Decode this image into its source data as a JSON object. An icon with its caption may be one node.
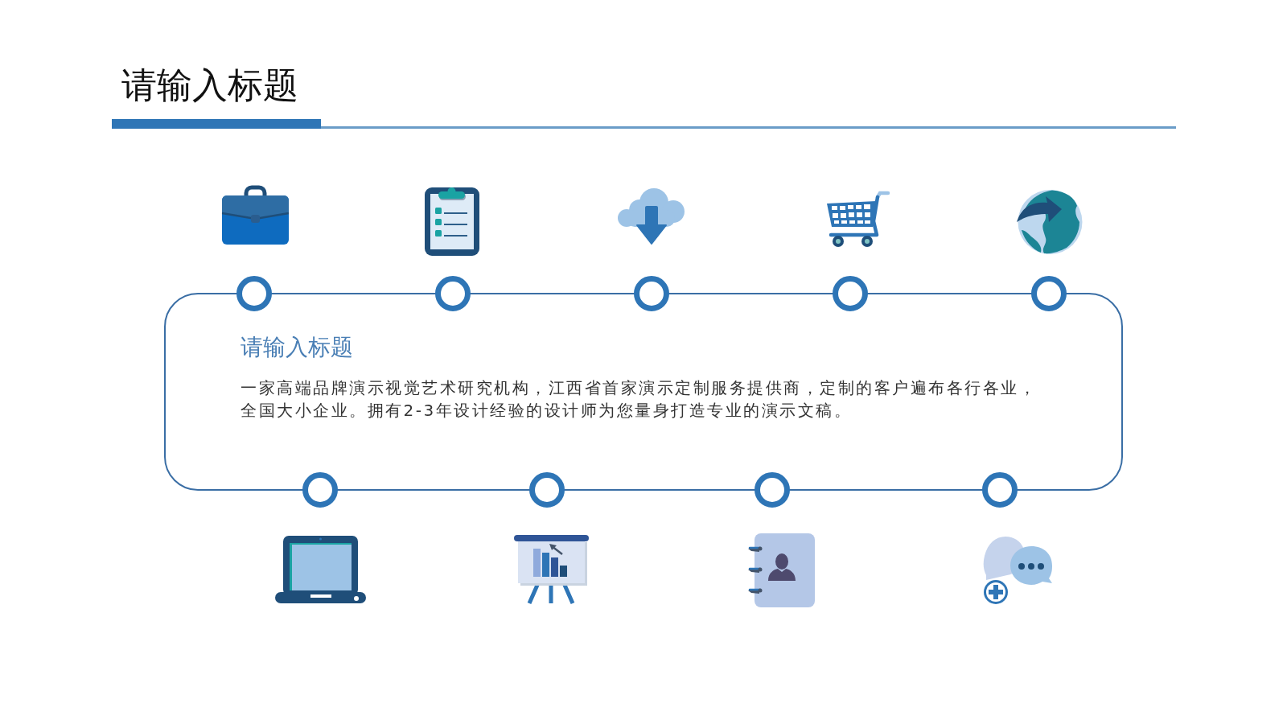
{
  "diagram": {
    "title": "请输入标题",
    "nodes": [
      {
        "text": [
          "请输入标题",
          "一家高端品牌演示视觉艺术研究机构，江西省首家演示定制服务提供商，定制的客户遍布各行各业，全国大小企业。拥有2-3年设计经验的设计师为您量身打造专业的演示文稿。"
        ]
      }
    ],
    "edges": []
  }
}
